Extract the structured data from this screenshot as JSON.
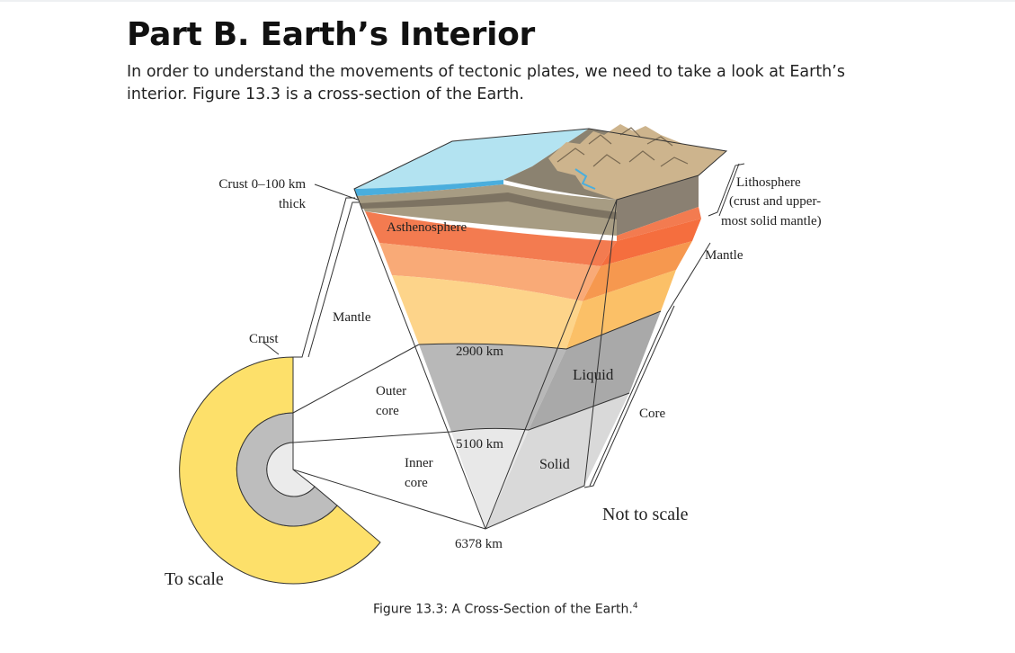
{
  "page": {
    "heading": "Part B. Earth’s Interior",
    "intro": "In order to understand the movements of tectonic plates, we need to take a look at Earth’s interior. Figure 13.3 is a cross-section of the Earth."
  },
  "figure": {
    "labels": {
      "crust_thick_1": "Crust 0–100 km",
      "crust_thick_2": "thick",
      "asthenosphere": "Asthenosphere",
      "lithosphere_1": "Lithosphere",
      "lithosphere_2": "(crust and upper-",
      "lithosphere_3": "most solid mantle)",
      "mantle_right": "Mantle",
      "mantle_left": "Mantle",
      "crust_small": "Crust",
      "depth_2900": "2900 km",
      "liquid": "Liquid",
      "outer_core_1": "Outer",
      "outer_core_2": "core",
      "core_right": "Core",
      "depth_5100": "5100 km",
      "inner_core_1": "Inner",
      "inner_core_2": "core",
      "solid": "Solid",
      "not_to_scale": "Not to scale",
      "depth_6378": "6378 km",
      "to_scale": "To scale"
    },
    "caption": "Figure 13.3: A Cross-Section of the Earth.",
    "caption_note": "4"
  },
  "colors": {
    "ocean": "#b3e3f1",
    "water_edge": "#4aaedd",
    "land": "#8b8270",
    "mountains": "#cdb48d",
    "crust_band": "#a79c83",
    "asthenosphere": "#f37b50",
    "upper_mantle": "#f9aa77",
    "lower_mantle": "#fdd48a",
    "outer_core": "#b8b8b8",
    "inner_core": "#e8e8e8"
  }
}
